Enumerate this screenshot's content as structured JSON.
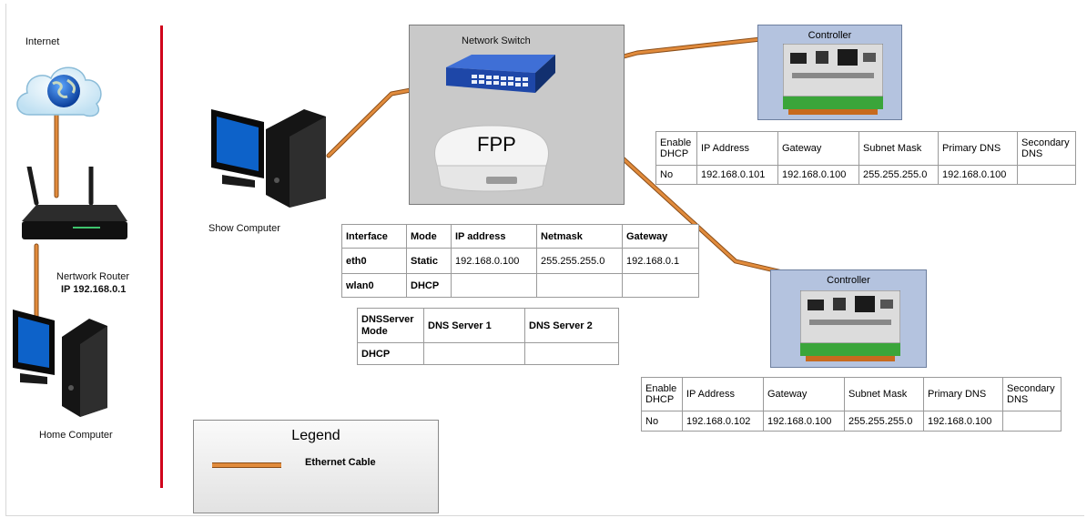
{
  "labels": {
    "internet": "Internet",
    "router_name": "Nertwork Router",
    "router_ip": "IP 192.168.0.1",
    "home_computer": "Home Computer",
    "show_computer": "Show Computer",
    "switch": "Network Switch",
    "fpp": "FPP",
    "controller_1": "Controller",
    "controller_2": "Controller"
  },
  "fpp_interfaces": {
    "headers": [
      "Interface",
      "Mode",
      "IP address",
      "Netmask",
      "Gateway"
    ],
    "rows": [
      [
        "eth0",
        "Static",
        "192.168.0.100",
        "255.255.255.0",
        "192.168.0.1"
      ],
      [
        "wlan0",
        "DHCP",
        "",
        "",
        ""
      ]
    ]
  },
  "fpp_dns": {
    "headers": [
      "DNSServer Mode",
      "DNS Server 1",
      "DNS Server 2"
    ],
    "rows": [
      [
        "DHCP",
        "",
        ""
      ]
    ]
  },
  "controller_1_table": {
    "headers": [
      "Enable DHCP",
      "IP Address",
      "Gateway",
      "Subnet Mask",
      "Primary DNS",
      "Secondary DNS"
    ],
    "rows": [
      [
        "No",
        "192.168.0.101",
        "192.168.0.100",
        "255.255.255.0",
        "192.168.0.100",
        ""
      ]
    ]
  },
  "controller_2_table": {
    "headers": [
      "Enable DHCP",
      "IP Address",
      "Gateway",
      "Subnet Mask",
      "Primary DNS",
      "Secondary DNS"
    ],
    "rows": [
      [
        "No",
        "192.168.0.102",
        "192.168.0.100",
        "255.255.255.0",
        "192.168.0.100",
        ""
      ]
    ]
  },
  "legend": {
    "title": "Legend",
    "items": [
      {
        "label": "Ethernet Cable",
        "color": "#e18b3c"
      }
    ]
  },
  "colors": {
    "cable": "#e18b3c",
    "divider": "#d0021b",
    "switch_bg": "#c9c9c9",
    "controller_bg": "#b4c3df"
  }
}
